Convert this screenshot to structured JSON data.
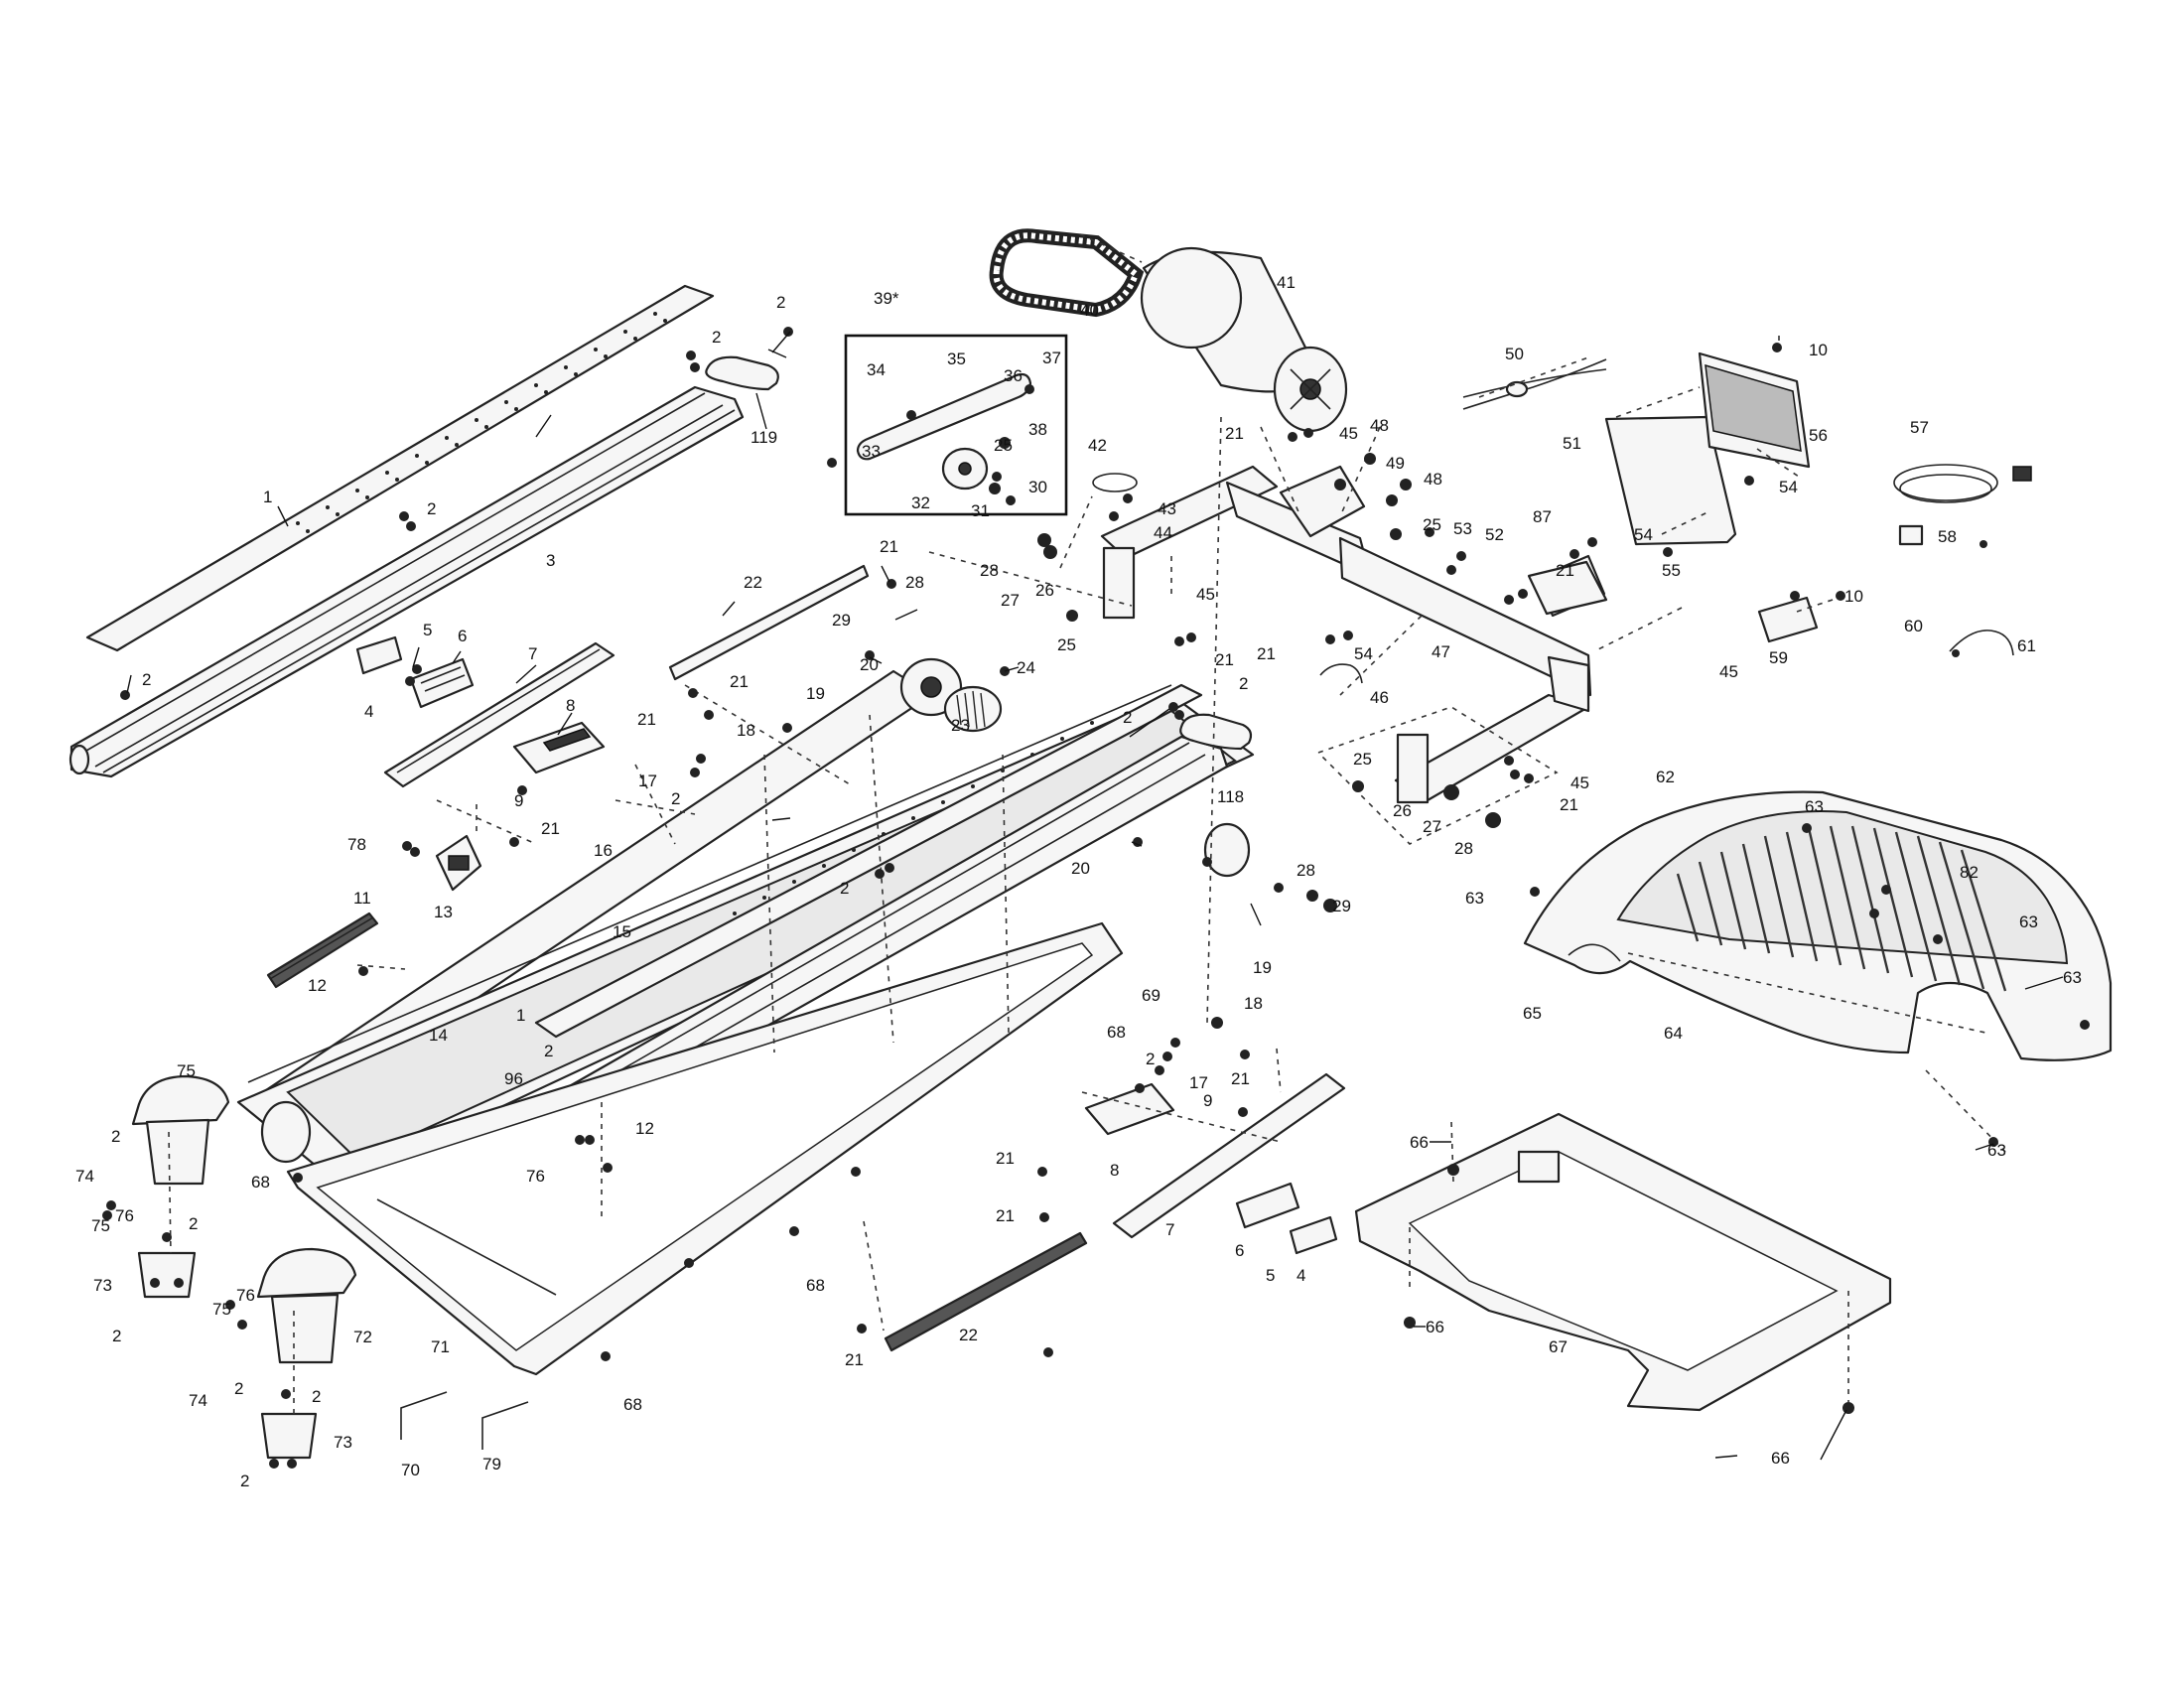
{
  "colors": {
    "ink": "#111111",
    "paper": "#ffffff"
  },
  "labels": [
    {
      "id": "l1a",
      "text": "1"
    },
    {
      "id": "l1b",
      "text": "1"
    },
    {
      "id": "l2a",
      "text": "2"
    },
    {
      "id": "l2b",
      "text": "2"
    },
    {
      "id": "l2c",
      "text": "2"
    },
    {
      "id": "l2d",
      "text": "2"
    },
    {
      "id": "l2e",
      "text": "2"
    },
    {
      "id": "l2f",
      "text": "2"
    },
    {
      "id": "l2g",
      "text": "2"
    },
    {
      "id": "l2h",
      "text": "2"
    },
    {
      "id": "l2i",
      "text": "2"
    },
    {
      "id": "l2j",
      "text": "2"
    },
    {
      "id": "l2k",
      "text": "2"
    },
    {
      "id": "l2l",
      "text": "2"
    },
    {
      "id": "l2m",
      "text": "2"
    },
    {
      "id": "l2n",
      "text": "2"
    },
    {
      "id": "l2o",
      "text": "2"
    },
    {
      "id": "l2p",
      "text": "2"
    },
    {
      "id": "l3",
      "text": "3"
    },
    {
      "id": "l4a",
      "text": "4"
    },
    {
      "id": "l4b",
      "text": "4"
    },
    {
      "id": "l5a",
      "text": "5"
    },
    {
      "id": "l5b",
      "text": "5"
    },
    {
      "id": "l6a",
      "text": "6"
    },
    {
      "id": "l6b",
      "text": "6"
    },
    {
      "id": "l7a",
      "text": "7"
    },
    {
      "id": "l7b",
      "text": "7"
    },
    {
      "id": "l8a",
      "text": "8"
    },
    {
      "id": "l8b",
      "text": "8"
    },
    {
      "id": "l9a",
      "text": "9"
    },
    {
      "id": "l9b",
      "text": "9"
    },
    {
      "id": "l10a",
      "text": "10"
    },
    {
      "id": "l10b",
      "text": "10"
    },
    {
      "id": "l11",
      "text": "11"
    },
    {
      "id": "l12a",
      "text": "12"
    },
    {
      "id": "l12b",
      "text": "12"
    },
    {
      "id": "l13",
      "text": "13"
    },
    {
      "id": "l14",
      "text": "14"
    },
    {
      "id": "l15",
      "text": "15"
    },
    {
      "id": "l16",
      "text": "16"
    },
    {
      "id": "l17a",
      "text": "17"
    },
    {
      "id": "l17b",
      "text": "17"
    },
    {
      "id": "l18a",
      "text": "18"
    },
    {
      "id": "l18b",
      "text": "18"
    },
    {
      "id": "l19a",
      "text": "19"
    },
    {
      "id": "l19b",
      "text": "19"
    },
    {
      "id": "l20a",
      "text": "20"
    },
    {
      "id": "l20b",
      "text": "20"
    },
    {
      "id": "l21a",
      "text": "21"
    },
    {
      "id": "l21b",
      "text": "21"
    },
    {
      "id": "l21c",
      "text": "21"
    },
    {
      "id": "l21d",
      "text": "21"
    },
    {
      "id": "l21e",
      "text": "21"
    },
    {
      "id": "l21f",
      "text": "21"
    },
    {
      "id": "l21g",
      "text": "21"
    },
    {
      "id": "l21h",
      "text": "21"
    },
    {
      "id": "l21i",
      "text": "21"
    },
    {
      "id": "l21j",
      "text": "21"
    },
    {
      "id": "l21k",
      "text": "21"
    },
    {
      "id": "l21l",
      "text": "21"
    },
    {
      "id": "l21m",
      "text": "21"
    },
    {
      "id": "l22a",
      "text": "22"
    },
    {
      "id": "l22b",
      "text": "22"
    },
    {
      "id": "l23",
      "text": "23"
    },
    {
      "id": "l24",
      "text": "24"
    },
    {
      "id": "l25a",
      "text": "25"
    },
    {
      "id": "l25b",
      "text": "25"
    },
    {
      "id": "l25c",
      "text": "25"
    },
    {
      "id": "l25d",
      "text": "25"
    },
    {
      "id": "l26a",
      "text": "26"
    },
    {
      "id": "l26b",
      "text": "26"
    },
    {
      "id": "l27a",
      "text": "27"
    },
    {
      "id": "l27b",
      "text": "27"
    },
    {
      "id": "l28a",
      "text": "28"
    },
    {
      "id": "l28b",
      "text": "28"
    },
    {
      "id": "l28c",
      "text": "28"
    },
    {
      "id": "l28d",
      "text": "28"
    },
    {
      "id": "l29a",
      "text": "29"
    },
    {
      "id": "l29b",
      "text": "29"
    },
    {
      "id": "l30",
      "text": "30"
    },
    {
      "id": "l31",
      "text": "31"
    },
    {
      "id": "l32",
      "text": "32"
    },
    {
      "id": "l33",
      "text": "33"
    },
    {
      "id": "l34",
      "text": "34"
    },
    {
      "id": "l35",
      "text": "35"
    },
    {
      "id": "l36",
      "text": "36"
    },
    {
      "id": "l37",
      "text": "37"
    },
    {
      "id": "l38",
      "text": "38"
    },
    {
      "id": "l39",
      "text": "39*"
    },
    {
      "id": "l40",
      "text": "40"
    },
    {
      "id": "l41",
      "text": "41"
    },
    {
      "id": "l42",
      "text": "42"
    },
    {
      "id": "l43",
      "text": "43"
    },
    {
      "id": "l44",
      "text": "44"
    },
    {
      "id": "l45a",
      "text": "45"
    },
    {
      "id": "l45b",
      "text": "45"
    },
    {
      "id": "l45c",
      "text": "45"
    },
    {
      "id": "l45d",
      "text": "45"
    },
    {
      "id": "l46",
      "text": "46"
    },
    {
      "id": "l47",
      "text": "47"
    },
    {
      "id": "l48a",
      "text": "48"
    },
    {
      "id": "l48b",
      "text": "48"
    },
    {
      "id": "l49",
      "text": "49"
    },
    {
      "id": "l50",
      "text": "50"
    },
    {
      "id": "l51",
      "text": "51"
    },
    {
      "id": "l52",
      "text": "52"
    },
    {
      "id": "l53",
      "text": "53"
    },
    {
      "id": "l54a",
      "text": "54"
    },
    {
      "id": "l54b",
      "text": "54"
    },
    {
      "id": "l54c",
      "text": "54"
    },
    {
      "id": "l55",
      "text": "55"
    },
    {
      "id": "l56",
      "text": "56"
    },
    {
      "id": "l57",
      "text": "57"
    },
    {
      "id": "l58",
      "text": "58"
    },
    {
      "id": "l59",
      "text": "59"
    },
    {
      "id": "l60",
      "text": "60"
    },
    {
      "id": "l61",
      "text": "61"
    },
    {
      "id": "l62",
      "text": "62"
    },
    {
      "id": "l63a",
      "text": "63"
    },
    {
      "id": "l63b",
      "text": "63"
    },
    {
      "id": "l63c",
      "text": "63"
    },
    {
      "id": "l63d",
      "text": "63"
    },
    {
      "id": "l63e",
      "text": "63"
    },
    {
      "id": "l64",
      "text": "64"
    },
    {
      "id": "l65",
      "text": "65"
    },
    {
      "id": "l66a",
      "text": "66"
    },
    {
      "id": "l66b",
      "text": "66"
    },
    {
      "id": "l66c",
      "text": "66"
    },
    {
      "id": "l67",
      "text": "67"
    },
    {
      "id": "l68a",
      "text": "68"
    },
    {
      "id": "l68b",
      "text": "68"
    },
    {
      "id": "l68c",
      "text": "68"
    },
    {
      "id": "l68d",
      "text": "68"
    },
    {
      "id": "l69",
      "text": "69"
    },
    {
      "id": "l70",
      "text": "70"
    },
    {
      "id": "l71",
      "text": "71"
    },
    {
      "id": "l72",
      "text": "72"
    },
    {
      "id": "l73a",
      "text": "73"
    },
    {
      "id": "l73b",
      "text": "73"
    },
    {
      "id": "l74a",
      "text": "74"
    },
    {
      "id": "l74b",
      "text": "74"
    },
    {
      "id": "l75a",
      "text": "75"
    },
    {
      "id": "l75b",
      "text": "75"
    },
    {
      "id": "l75c",
      "text": "75"
    },
    {
      "id": "l76a",
      "text": "76"
    },
    {
      "id": "l76b",
      "text": "76"
    },
    {
      "id": "l76c",
      "text": "76"
    },
    {
      "id": "l78",
      "text": "78"
    },
    {
      "id": "l79",
      "text": "79"
    },
    {
      "id": "l82",
      "text": "82"
    },
    {
      "id": "l87",
      "text": "87"
    },
    {
      "id": "l96",
      "text": "96"
    },
    {
      "id": "l118",
      "text": "118"
    },
    {
      "id": "l119",
      "text": "119"
    }
  ]
}
